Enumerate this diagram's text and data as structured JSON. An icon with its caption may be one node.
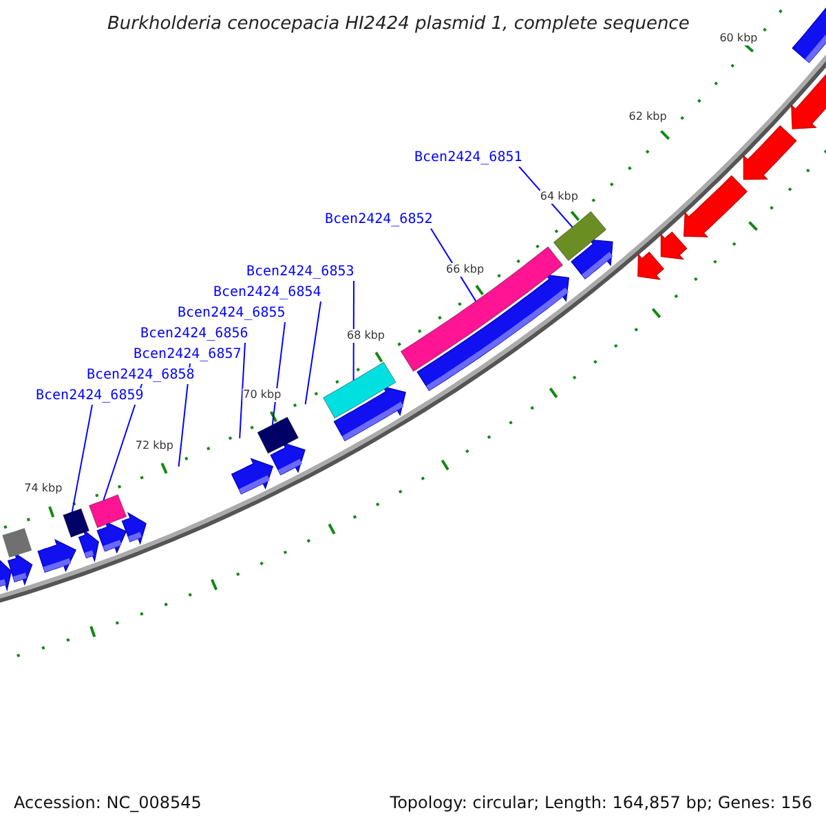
{
  "diagram": {
    "title": "Burkholderia cenocepacia HI2424 plasmid 1, complete sequence",
    "nodes": [
      {
        "text": [
          "Bcen2424_6851"
        ]
      },
      {
        "text": [
          "Bcen2424_6852"
        ]
      },
      {
        "text": [
          "Bcen2424_6853"
        ]
      },
      {
        "text": [
          "Bcen2424_6854"
        ]
      },
      {
        "text": [
          "Bcen2424_6855"
        ]
      },
      {
        "text": [
          "Bcen2424_6856"
        ]
      },
      {
        "text": [
          "Bcen2424_6857"
        ]
      },
      {
        "text": [
          "Bcen2424_6858"
        ]
      },
      {
        "text": [
          "Bcen2424_6859"
        ]
      },
      {
        "text": [],
        "shape": "box"
      },
      {
        "text": [],
        "shape": "box"
      },
      {
        "text": [],
        "shape": "box"
      },
      {
        "text": [],
        "shape": "box"
      },
      {
        "text": [],
        "shape": "box"
      },
      {
        "text": [],
        "shape": "box"
      }
    ],
    "edges": [
      {
        "from": 0,
        "to": 14,
        "arrow": "none"
      },
      {
        "from": 1,
        "to": 13,
        "arrow": "none"
      },
      {
        "from": 2,
        "to": 12,
        "arrow": "none"
      },
      {
        "from": 3,
        "to": null,
        "arrow": "none"
      },
      {
        "from": 4,
        "to": 11,
        "arrow": "none"
      },
      {
        "from": 5,
        "to": null,
        "arrow": "none"
      },
      {
        "from": 6,
        "to": null,
        "arrow": "none"
      },
      {
        "from": 7,
        "to": 10,
        "arrow": "none"
      },
      {
        "from": 8,
        "to": 9,
        "arrow": "none"
      }
    ],
    "labels": [
      "60 kbp",
      "62 kbp",
      "64 kbp",
      "66 kbp",
      "68 kbp",
      "70 kbp",
      "72 kbp",
      "74 kbp",
      "Accession: NC_008545",
      "Topology: circular; Length: 164,857 bp; Genes: 156"
    ]
  }
}
